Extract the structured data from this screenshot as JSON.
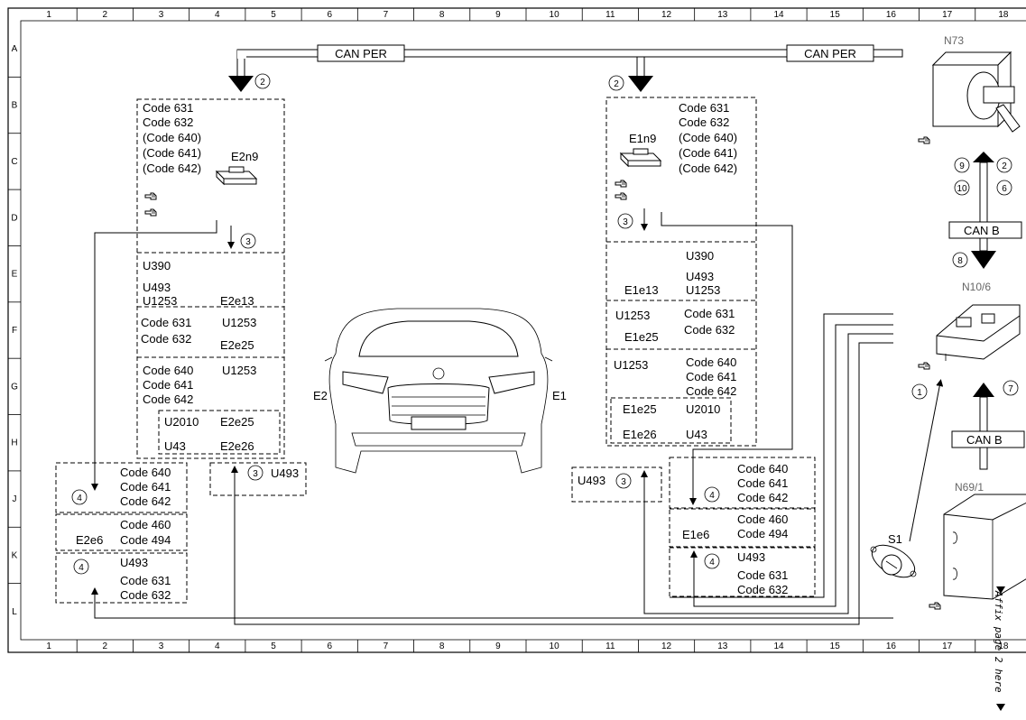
{
  "grid": {
    "cols": [
      "1",
      "2",
      "3",
      "4",
      "5",
      "6",
      "7",
      "8",
      "9",
      "10",
      "11",
      "12",
      "13",
      "14",
      "15",
      "16",
      "17",
      "18"
    ],
    "rows": [
      "A",
      "B",
      "C",
      "D",
      "E",
      "F",
      "G",
      "H",
      "J",
      "K",
      "L"
    ]
  },
  "bus": {
    "can_per": "CAN PER",
    "can_b": "CAN B"
  },
  "components": {
    "n73": "N73",
    "n10_6": "N10/6",
    "n69_1": "N69/1",
    "s1": "S1",
    "e2": "E2",
    "e1": "E1",
    "e2n9": "E2n9",
    "e1n9": "E1n9"
  },
  "codes": {
    "c631": "Code 631",
    "c632": "Code 632",
    "c640p": "(Code 640)",
    "c641p": "(Code 641)",
    "c642p": "(Code 642)",
    "c640": "Code 640",
    "c641": "Code 641",
    "c642": "Code 642",
    "c460": "Code 460",
    "c494": "Code 494"
  },
  "variants": {
    "u390": "U390",
    "u493": "U493",
    "u1253": "U1253",
    "u2010": "U2010",
    "u43": "U43",
    "e2e13": "E2e13",
    "e2e25": "E2e25",
    "e2e26": "E2e26",
    "e2e6": "E2e6",
    "e1e13": "E1e13",
    "e1e25": "E1e25",
    "e1e26": "E1e26",
    "e1e6": "E1e6"
  },
  "callouts": {
    "n1": "1",
    "n2": "2",
    "n3": "3",
    "n4": "4",
    "n6": "6",
    "n7": "7",
    "n8": "8",
    "n9": "9",
    "n10": "10"
  },
  "affix_note": "Affix page 2 here",
  "icons": [
    "pointing-hand-icon",
    "arrow-down-icon",
    "arrow-up-icon",
    "headlamp-module-icon",
    "car-front-icon",
    "ignition-lock-icon",
    "control-unit-icon"
  ]
}
